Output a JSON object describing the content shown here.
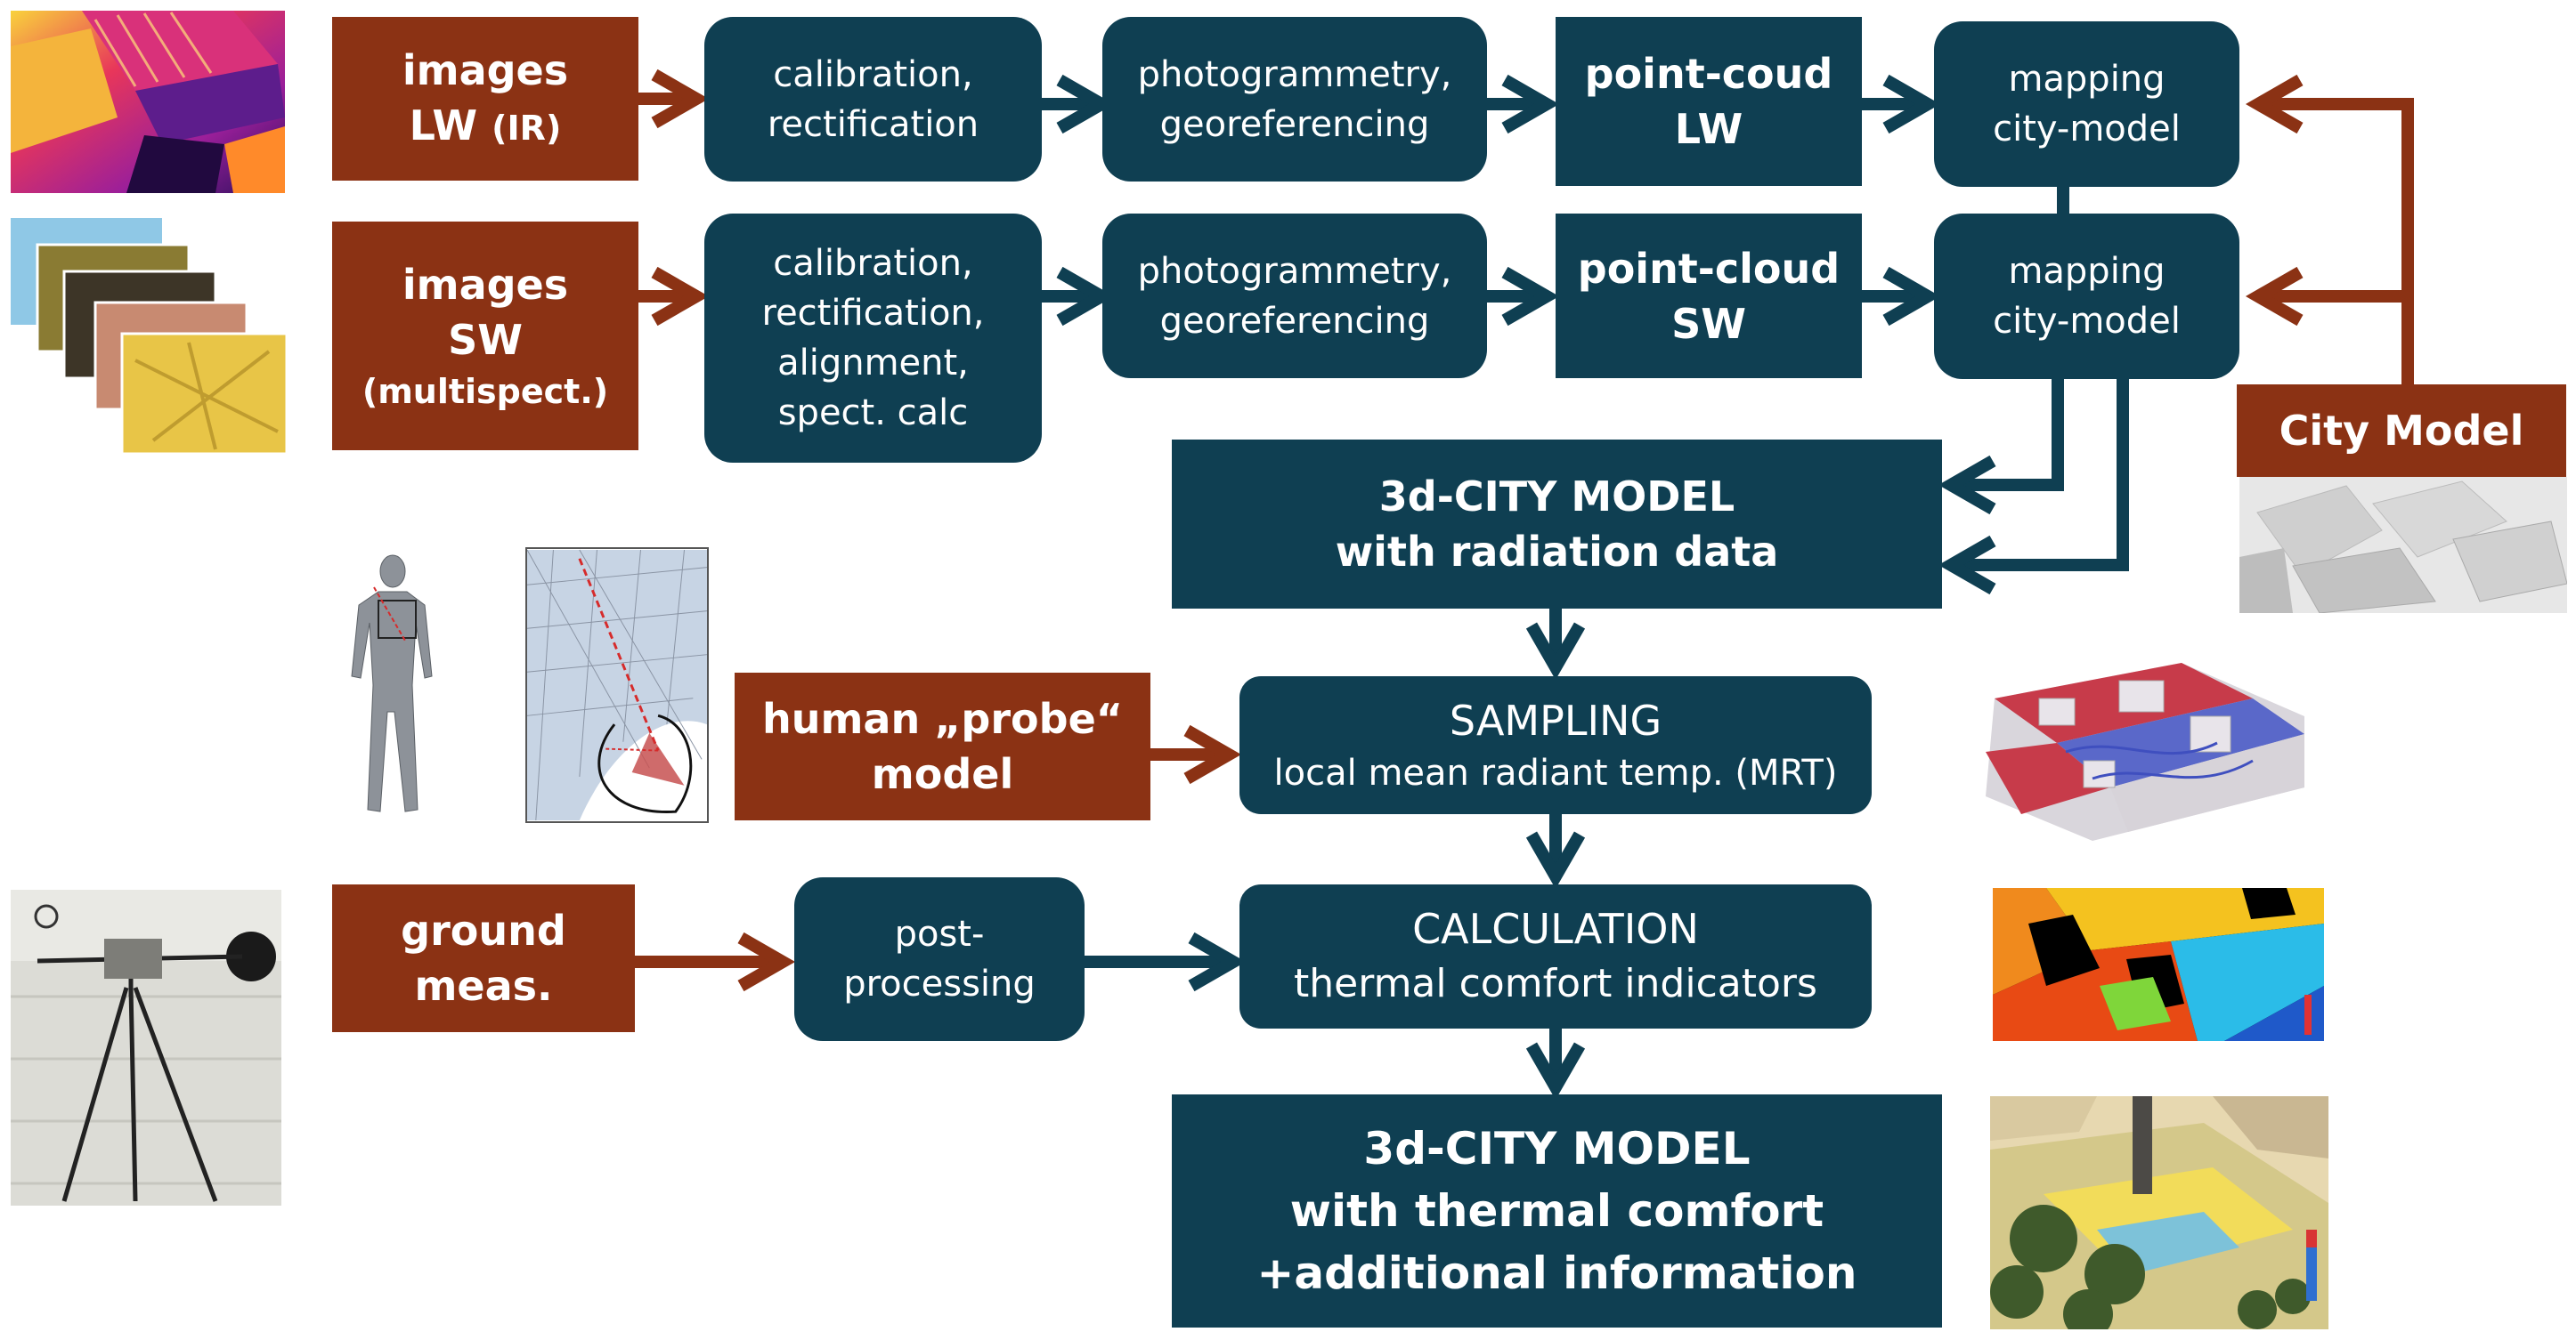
{
  "sources": {
    "images_lw": {
      "line1": "images",
      "line2": "LW",
      "line2_suffix": "(IR)"
    },
    "images_sw": {
      "line1": "images",
      "line2": "SW",
      "line3": "(multispect.)"
    },
    "city_model": {
      "label": "City Model"
    },
    "human_probe": {
      "line1": "human „probe“",
      "line2": "model"
    },
    "ground_meas": {
      "line1": "ground",
      "line2": "meas."
    }
  },
  "process": {
    "calib_lw": {
      "line1": "calibration,",
      "line2": "rectification"
    },
    "photo_lw": {
      "line1": "photogrammetry,",
      "line2": "georeferencing"
    },
    "pc_lw": {
      "line1": "point-coud",
      "line2": "LW"
    },
    "map_lw": {
      "line1": "mapping",
      "line2": "city-model"
    },
    "calib_sw": {
      "line1": "calibration,",
      "line2": "rectification,",
      "line3": "alignment,",
      "line4": "spect. calc"
    },
    "photo_sw": {
      "line1": "photogrammetry,",
      "line2": "georeferencing"
    },
    "pc_sw": {
      "line1": "point-cloud",
      "line2": "SW"
    },
    "map_sw": {
      "line1": "mapping",
      "line2": "city-model"
    },
    "city_radiation": {
      "line1": "3d-CITY MODEL",
      "line2": "with radiation data"
    },
    "sampling": {
      "line1": "SAMPLING",
      "line2": "local mean radiant temp. (MRT)"
    },
    "post": {
      "line1": "post-",
      "line2": "processing"
    },
    "calculation": {
      "line1": "CALCULATION",
      "line2": "thermal comfort indicators"
    },
    "city_final": {
      "line1": "3d-CITY MODEL",
      "line2": "with thermal comfort",
      "line3": "+additional information"
    }
  },
  "images": {
    "ir_photo": "thermal-infrared-aerial-image",
    "multispectral_stack": "multispectral-image-stack",
    "human_mesh": "human-body-mesh-model",
    "mesh_detail": "mesh-detail-with-ray",
    "city_model_render": "grey-city-model-render",
    "radiation_render": "city-model-with-radiation-data",
    "heatmap": "thermal-comfort-heatmap",
    "final_render": "final-3d-thermal-comfort-render",
    "tripod_photo": "ground-measurement-tripod-photo"
  },
  "colors": {
    "source_brown": "#8b3214",
    "process_teal": "#0f3f52",
    "source_arrow": "#8b3214",
    "process_arrow": "#0f3f52"
  }
}
